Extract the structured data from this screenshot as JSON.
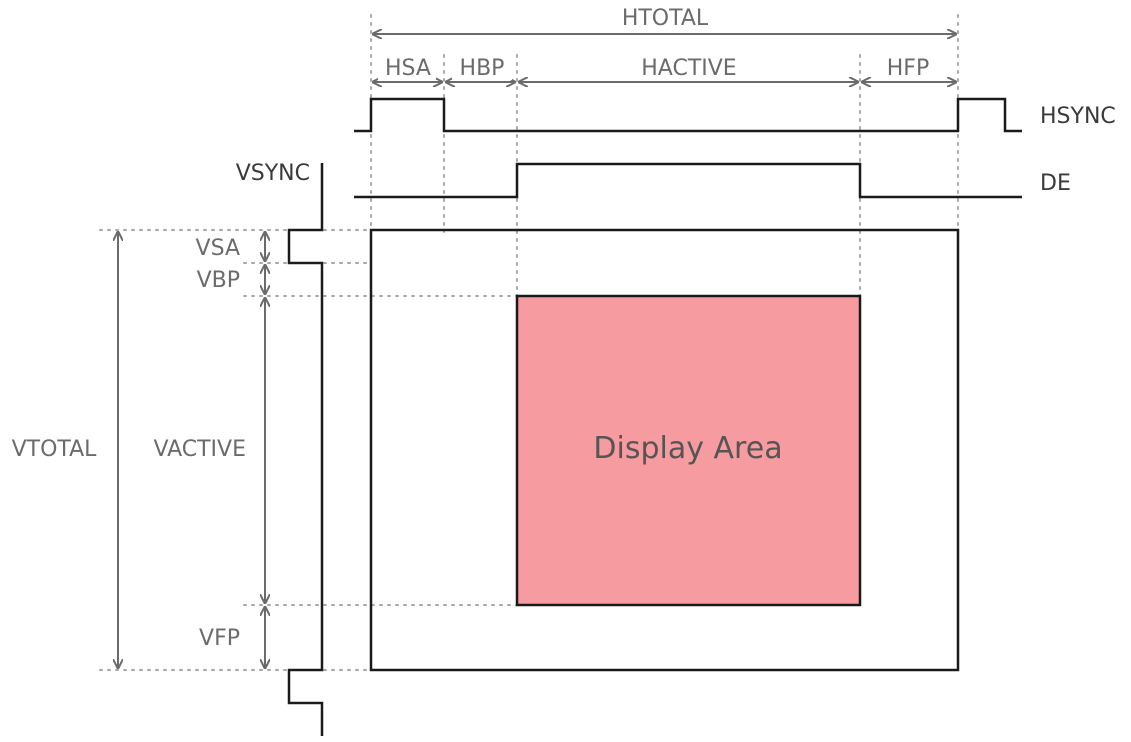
{
  "labels": {
    "htotal": "HTOTAL",
    "hsa": "HSA",
    "hbp": "HBP",
    "hactive": "HACTIVE",
    "hfp": "HFP",
    "hsync": "HSYNC",
    "de": "DE",
    "vsync": "VSYNC",
    "vsa": "VSA",
    "vbp": "VBP",
    "vtotal": "VTOTAL",
    "vactive": "VACTIVE",
    "vfp": "VFP",
    "display_area": "Display Area"
  },
  "colors": {
    "display_area_fill": "#f69b9f",
    "signal_line": "#1a1a1a",
    "dimension_line": "#6b6b6b",
    "guide_line": "#a8a8a8"
  }
}
